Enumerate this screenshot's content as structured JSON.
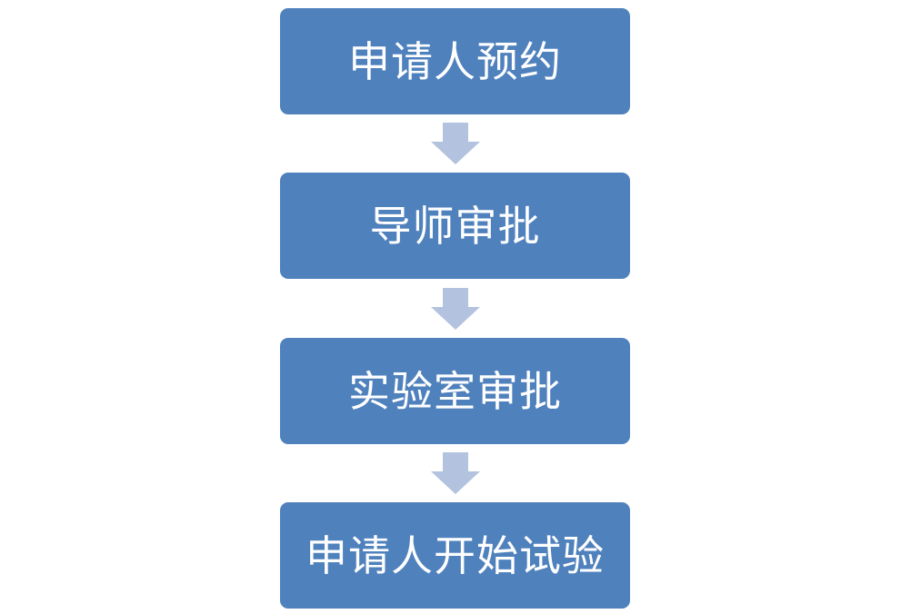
{
  "flowchart": {
    "steps": [
      {
        "label": "申请人预约"
      },
      {
        "label": "导师审批"
      },
      {
        "label": "实验室审批"
      },
      {
        "label": "申请人开始试验"
      }
    ]
  },
  "colors": {
    "step_fill": "#4f81bd",
    "step_text": "#ffffff",
    "arrow_fill": "#b3c3df",
    "background": "#ffffff"
  },
  "icons": {
    "connector": "down-arrow-icon"
  }
}
